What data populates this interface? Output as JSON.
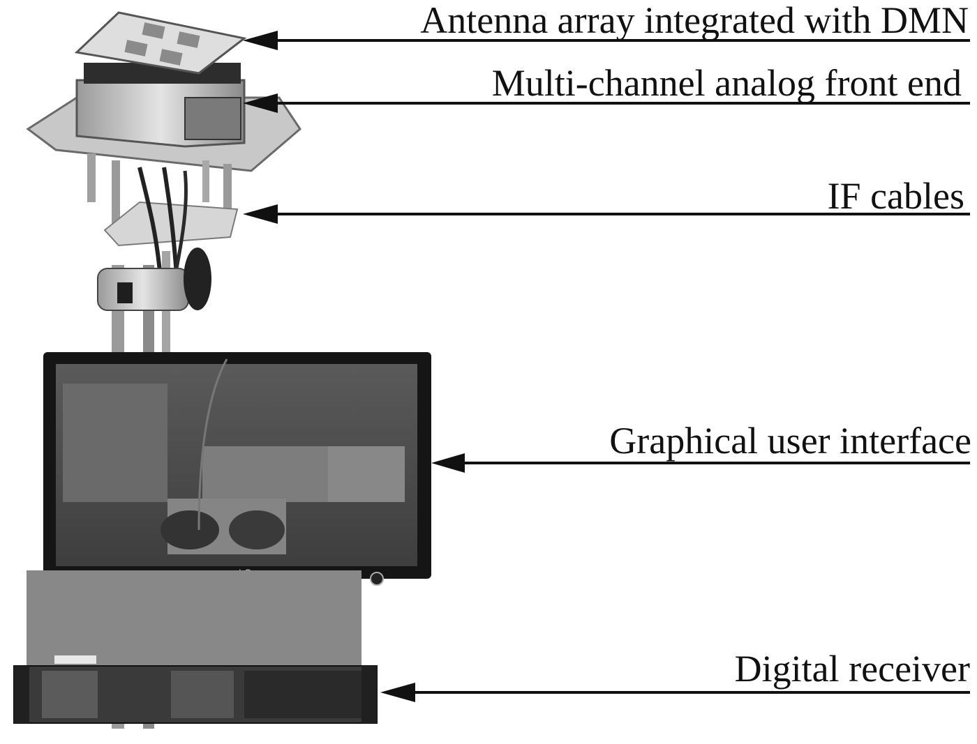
{
  "labels": {
    "antenna_array": "Antenna array integrated with DMN",
    "front_end": "Multi-channel analog front end",
    "if_cables": "IF cables",
    "gui": "Graphical user interface",
    "digital_receiver": "Digital receiver"
  },
  "monitor_brand": "LG",
  "colors": {
    "text": "#111111",
    "arrow": "#111111",
    "background": "#ffffff"
  }
}
